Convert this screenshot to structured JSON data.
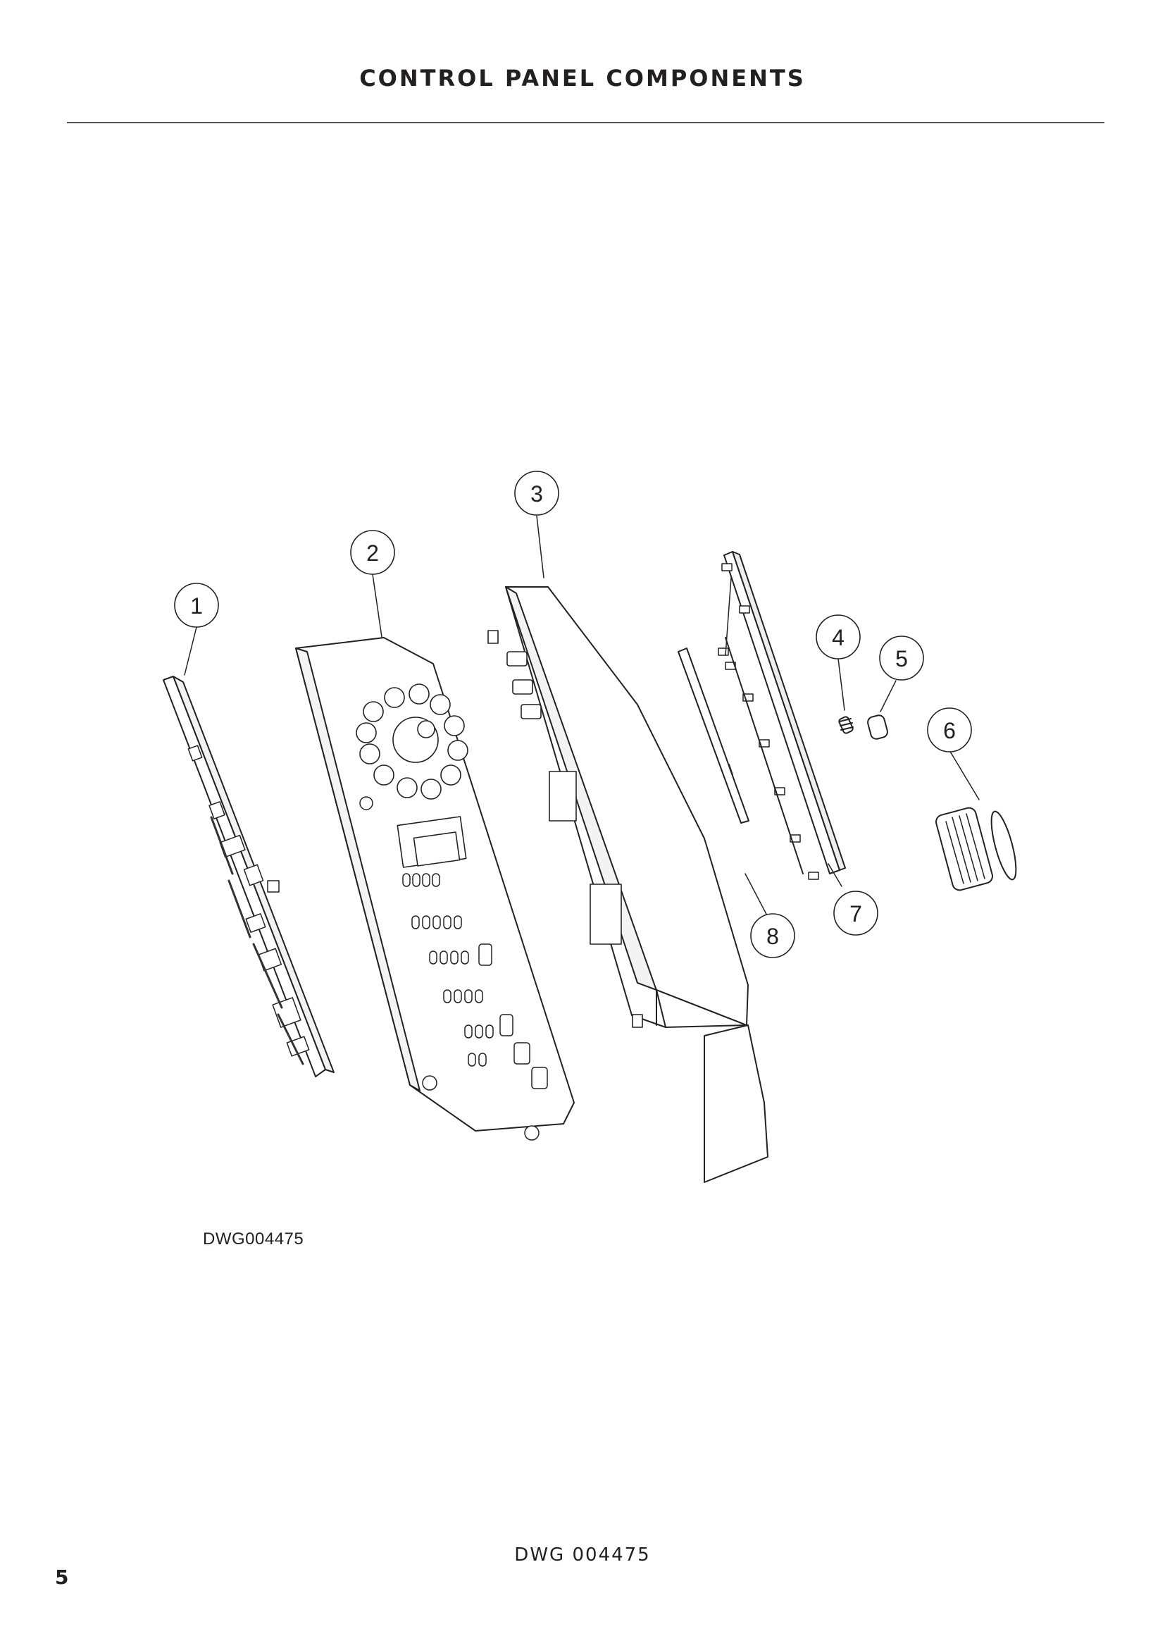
{
  "header": {
    "title": "CONTROL PANEL COMPONENTS"
  },
  "diagram": {
    "callouts": [
      "1",
      "2",
      "3",
      "4",
      "5",
      "6",
      "7",
      "8"
    ],
    "drawing_code": "DWG004475"
  },
  "footer": {
    "page_number": "5",
    "drawing_ref": "DWG 004475"
  }
}
